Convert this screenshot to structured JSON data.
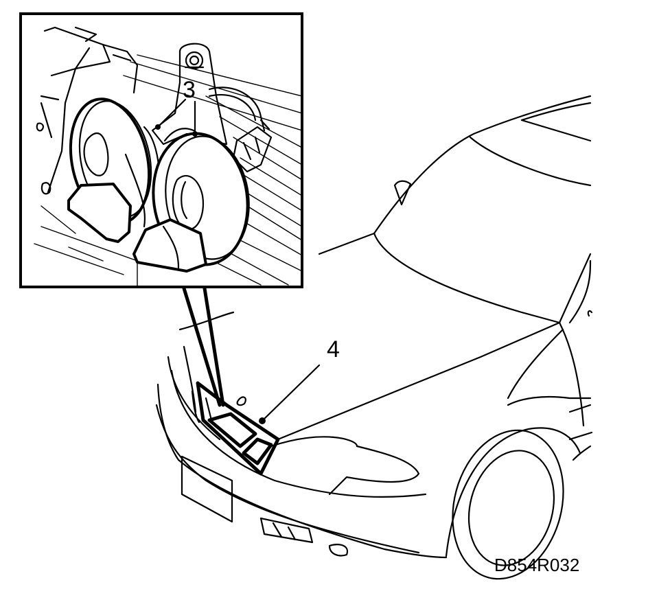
{
  "labels": {
    "callout_3": "3",
    "callout_4": "4",
    "drawing_code": "D854R032"
  }
}
